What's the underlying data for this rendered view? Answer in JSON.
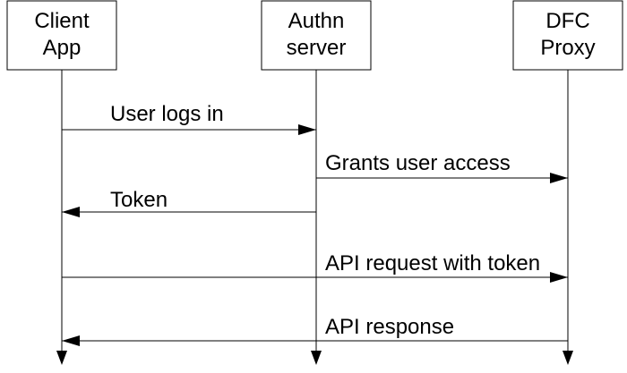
{
  "colors": {
    "line": "#000000",
    "box_fill": "#ffffff",
    "background": "#ffffff"
  },
  "participants": [
    {
      "id": "client",
      "line1": "Client",
      "line2": "App"
    },
    {
      "id": "authn",
      "line1": "Authn",
      "line2": "server"
    },
    {
      "id": "dfc",
      "line1": "DFC",
      "line2": "Proxy"
    }
  ],
  "messages": [
    {
      "from": "client",
      "to": "authn",
      "label": "User logs in"
    },
    {
      "from": "authn",
      "to": "dfc",
      "label": "Grants user access"
    },
    {
      "from": "authn",
      "to": "client",
      "label": "Token"
    },
    {
      "from": "client",
      "to": "dfc",
      "label": "API request with token"
    },
    {
      "from": "dfc",
      "to": "client",
      "label": "API response"
    }
  ]
}
